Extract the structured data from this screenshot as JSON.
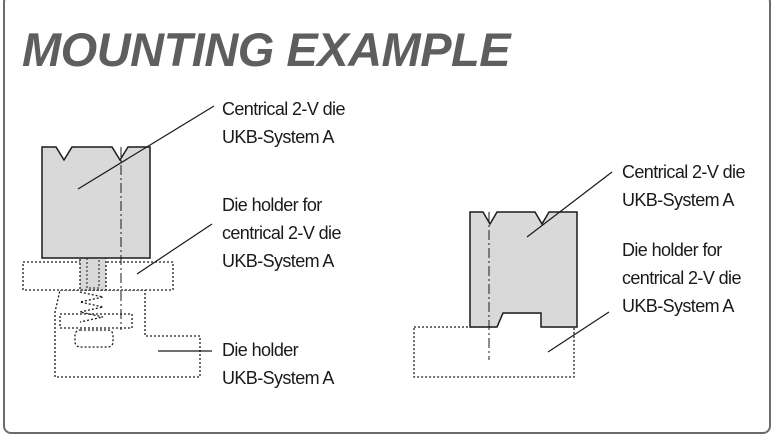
{
  "title": "MOUNTING EXAMPLE",
  "left_assembly": {
    "label_die": {
      "line1": "Centrical 2-V die",
      "line2": "UKB-System A"
    },
    "label_die_holder_centrical": {
      "line1": "Die holder for",
      "line2": "centrical 2-V die",
      "line3": "UKB-System A"
    },
    "label_die_holder": {
      "line1": "Die holder",
      "line2": "UKB-System A"
    }
  },
  "right_assembly": {
    "label_die": {
      "line1": "Centrical 2-V die",
      "line2": "UKB-System A"
    },
    "label_die_holder_centrical": {
      "line1": "Die holder for",
      "line2": "centrical 2-V die",
      "line3": "UKB-System A"
    }
  },
  "colors": {
    "die_fill": "#d9d9d9",
    "outline": "#1a1a1a",
    "title": "#5e5e5e",
    "frame": "#6b6b6b"
  }
}
